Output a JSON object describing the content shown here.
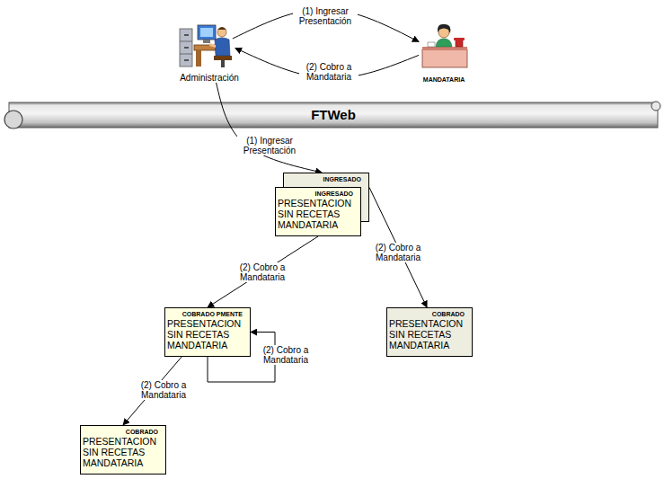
{
  "diagram": {
    "nodes": [
      {
        "text": [
          "Administración"
        ]
      },
      {
        "text": [
          "MANDATARIA"
        ]
      },
      {
        "text": [
          "FTWeb"
        ]
      },
      {
        "text": [
          "INGRESADO"
        ]
      },
      {
        "text": [
          "INGRESADO",
          "PRESENTACION SIN RECETAS MANDATARIA"
        ]
      },
      {
        "text": [
          "COBRADO PMENTE",
          "PRESENTACION SIN RECETAS MANDATARIA"
        ]
      },
      {
        "text": [
          "COBRADO",
          "PRESENTACION SIN RECETAS MANDATARIA"
        ]
      },
      {
        "text": [
          "COBRADO",
          "PRESENTACION SIN RECETAS MANDATARIA"
        ]
      }
    ],
    "edges": [
      {
        "from": 0,
        "to": 1,
        "label": "(1) Ingresar Presentación",
        "arrow": "to"
      },
      {
        "from": 1,
        "to": 0,
        "label": "(2) Cobro a Mandataria",
        "arrow": "to"
      },
      {
        "from": 0,
        "to": 3,
        "label": "(1) Ingresar Presentación",
        "arrow": "to"
      },
      {
        "from": 4,
        "to": 5,
        "label": "(2) Cobro a Mandataria",
        "arrow": "to"
      },
      {
        "from": 3,
        "to": 6,
        "label": "(2) Cobro a Mandataria",
        "arrow": "to"
      },
      {
        "from": 5,
        "to": 5,
        "label": "(2) Cobro a Mandataria",
        "arrow": "to"
      },
      {
        "from": 5,
        "to": 7,
        "label": "(2) Cobro a Mandataria",
        "arrow": "to"
      }
    ]
  }
}
